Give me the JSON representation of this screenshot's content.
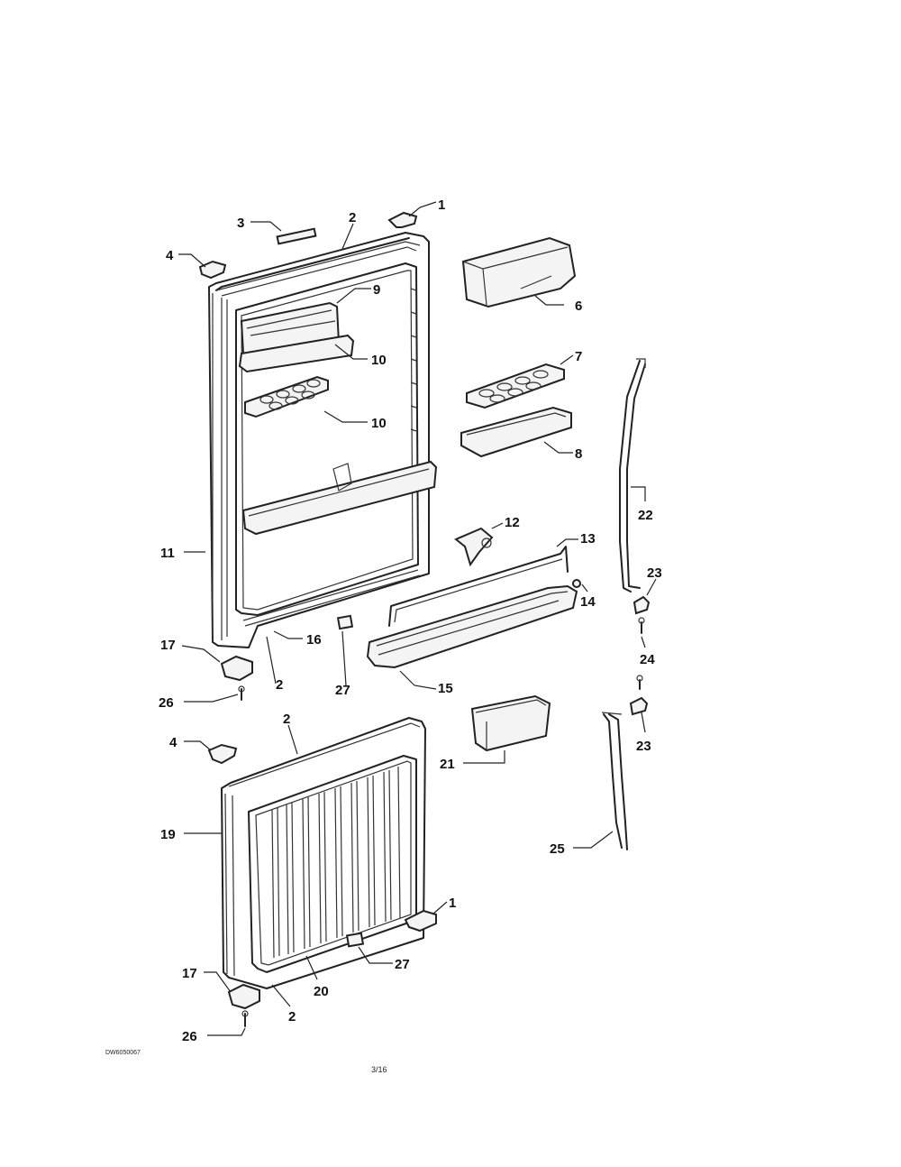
{
  "callouts": [
    {
      "id": "c1a",
      "text": "1"
    },
    {
      "id": "c2a",
      "text": "2"
    },
    {
      "id": "c3",
      "text": "3"
    },
    {
      "id": "c4a",
      "text": "4"
    },
    {
      "id": "c9",
      "text": "9"
    },
    {
      "id": "c6",
      "text": "6"
    },
    {
      "id": "c10a",
      "text": "10"
    },
    {
      "id": "c7",
      "text": "7"
    },
    {
      "id": "c10b",
      "text": "10"
    },
    {
      "id": "c8",
      "text": "8"
    },
    {
      "id": "c22",
      "text": "22"
    },
    {
      "id": "c12",
      "text": "12"
    },
    {
      "id": "c13",
      "text": "13"
    },
    {
      "id": "c11",
      "text": "11"
    },
    {
      "id": "c23a",
      "text": "23"
    },
    {
      "id": "c14",
      "text": "14"
    },
    {
      "id": "c17a",
      "text": "17"
    },
    {
      "id": "c16",
      "text": "16"
    },
    {
      "id": "c2b",
      "text": "2"
    },
    {
      "id": "c24",
      "text": "24"
    },
    {
      "id": "c26a",
      "text": "26"
    },
    {
      "id": "c27a",
      "text": "27"
    },
    {
      "id": "c15",
      "text": "15"
    },
    {
      "id": "c2c",
      "text": "2"
    },
    {
      "id": "c4b",
      "text": "4"
    },
    {
      "id": "c23b",
      "text": "23"
    },
    {
      "id": "c21",
      "text": "21"
    },
    {
      "id": "c19",
      "text": "19"
    },
    {
      "id": "c25",
      "text": "25"
    },
    {
      "id": "c1b",
      "text": "1"
    },
    {
      "id": "c27b",
      "text": "27"
    },
    {
      "id": "c17b",
      "text": "17"
    },
    {
      "id": "c20",
      "text": "20"
    },
    {
      "id": "c2d",
      "text": "2"
    },
    {
      "id": "c26b",
      "text": "26"
    }
  ],
  "footer": {
    "drawing_code": "DW6050067",
    "page": "3/16"
  }
}
